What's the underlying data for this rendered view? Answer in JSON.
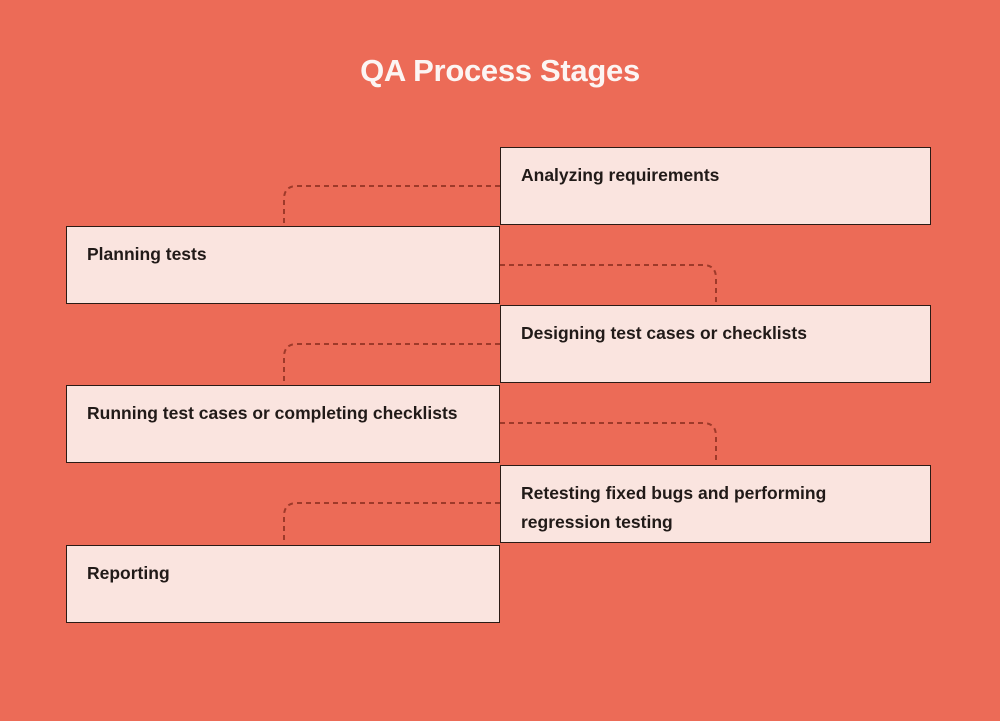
{
  "title": "QA Process Stages",
  "colors": {
    "background": "#EC6B57",
    "box_fill": "#FAE4DF",
    "box_border": "#2B1B15",
    "box_text": "#211A18",
    "title_text": "#FCF5F3",
    "connector": "#9E3A2A"
  },
  "stages": [
    {
      "label": "Analyzing requirements",
      "side": "right"
    },
    {
      "label": "Planning tests",
      "side": "left"
    },
    {
      "label": "Designing test cases or checklists",
      "side": "right"
    },
    {
      "label": "Running test cases or completing checklists",
      "side": "left"
    },
    {
      "label": "Retesting fixed bugs and performing regression testing",
      "side": "right"
    },
    {
      "label": "Reporting",
      "side": "left"
    }
  ]
}
